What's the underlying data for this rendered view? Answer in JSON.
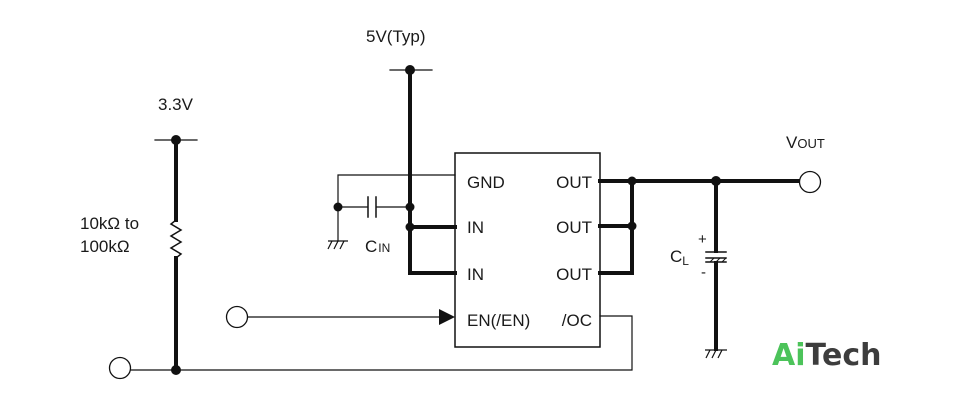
{
  "supply_5v_label": "5V(Typ)",
  "supply_3v3_label": "3.3V",
  "resistor_label_line1": "10kΩ to",
  "resistor_label_line2": "100kΩ",
  "cin_label_main": "C",
  "cin_label_sub": "IN",
  "cl_label_main": "C",
  "cl_label_sub": "L",
  "cl_plus": "+",
  "cl_minus": "-",
  "vout_label_main": "V",
  "vout_label_sub": "OUT",
  "ic": {
    "pins_left": [
      "GND",
      "IN",
      "IN",
      "EN(/EN)"
    ],
    "pins_right": [
      "OUT",
      "OUT",
      "OUT",
      "/OC"
    ]
  },
  "logo": {
    "part1": "Ai",
    "part2": "Tech",
    "color_green": "#4cc35a",
    "color_dark": "#3d3d3d"
  }
}
